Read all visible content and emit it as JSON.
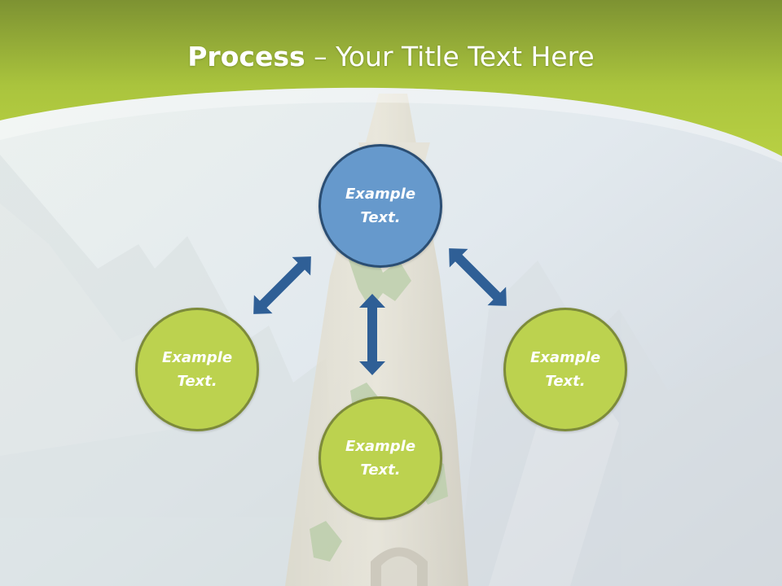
{
  "title": {
    "bold": "Process",
    "rest": " – Your Title Text Here"
  },
  "nodes": {
    "top": "Example\nText.",
    "left": "Example\nText.",
    "right": "Example\nText.",
    "bottom": "Example\nText."
  },
  "colors": {
    "header_green": "#b4cc3f",
    "center_node": "#6699cc",
    "outer_nodes": "#bcd24f",
    "arrows": "#2f5f96"
  }
}
